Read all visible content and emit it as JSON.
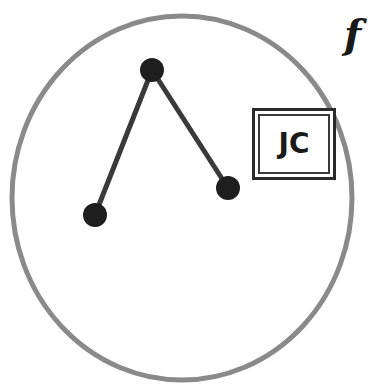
{
  "diagram": {
    "nodes": [
      {
        "text": [
          "f"
        ]
      },
      {
        "text": [
          "JC"
        ],
        "in": 0
      }
    ]
  }
}
